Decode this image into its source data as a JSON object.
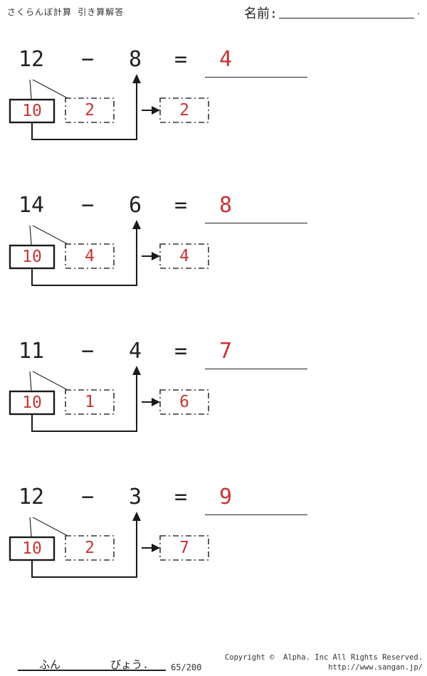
{
  "header": {
    "title": "さくらんぼ計算 引き算解答",
    "name_label": "名前:",
    "name_suffix": "."
  },
  "problems": [
    {
      "minuend": "12",
      "operator": "−",
      "subtrahend": "8",
      "equals": "=",
      "answer": "4",
      "tens": "10",
      "ones": "2",
      "result": "2"
    },
    {
      "minuend": "14",
      "operator": "−",
      "subtrahend": "6",
      "equals": "=",
      "answer": "8",
      "tens": "10",
      "ones": "4",
      "result": "4"
    },
    {
      "minuend": "11",
      "operator": "−",
      "subtrahend": "4",
      "equals": "=",
      "answer": "7",
      "tens": "10",
      "ones": "1",
      "result": "6"
    },
    {
      "minuend": "12",
      "operator": "−",
      "subtrahend": "3",
      "equals": "=",
      "answer": "9",
      "tens": "10",
      "ones": "2",
      "result": "7"
    }
  ],
  "footer": {
    "fun_label": "ふん",
    "byou_label": "びょう.",
    "page": "65/200",
    "copyright_line1": "Copyright ©  Alpha. Inc All Rights Reserved.",
    "copyright_line2": "http://www.sangan.jp/"
  },
  "colors": {
    "answer_red": "#c93434",
    "line_black": "#222222"
  }
}
